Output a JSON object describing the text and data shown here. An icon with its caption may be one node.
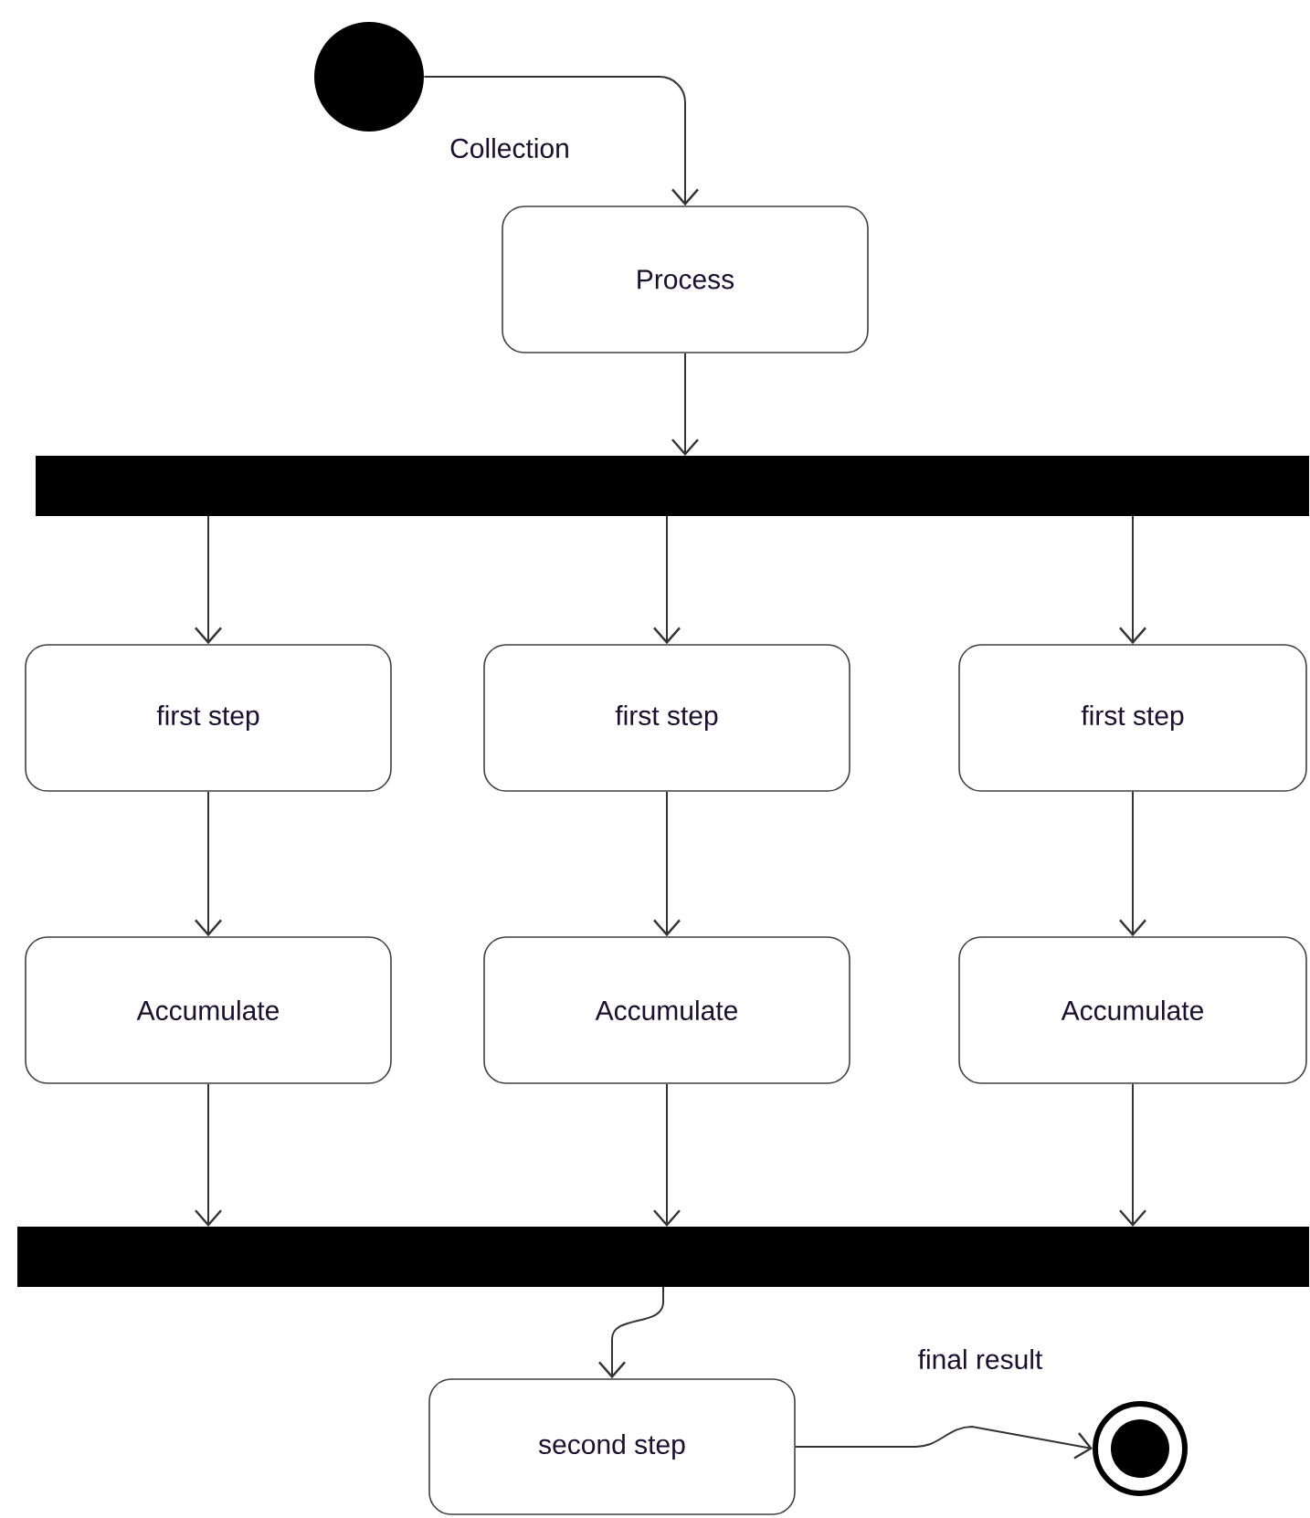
{
  "diagram": {
    "nodes": [
      {
        "text": [],
        "shape": "circle"
      },
      {
        "text": [
          "Process"
        ]
      },
      {
        "text": [],
        "shape": "bar"
      },
      {
        "text": [
          "first step"
        ]
      },
      {
        "text": [
          "first step"
        ]
      },
      {
        "text": [
          "first step"
        ]
      },
      {
        "text": [
          "Accumulate"
        ]
      },
      {
        "text": [
          "Accumulate"
        ]
      },
      {
        "text": [
          "Accumulate"
        ]
      },
      {
        "text": [],
        "shape": "bar"
      },
      {
        "text": [
          "second step"
        ]
      },
      {
        "text": [],
        "shape": "circle"
      }
    ],
    "edges": [
      {
        "from": 0,
        "to": 1,
        "arrow": "to",
        "label": "Collection"
      },
      {
        "from": 1,
        "to": 2,
        "arrow": "to"
      },
      {
        "from": 2,
        "to": 3,
        "arrow": "to"
      },
      {
        "from": 2,
        "to": 4,
        "arrow": "to"
      },
      {
        "from": 2,
        "to": 5,
        "arrow": "to"
      },
      {
        "from": 3,
        "to": 6,
        "arrow": "to"
      },
      {
        "from": 4,
        "to": 7,
        "arrow": "to"
      },
      {
        "from": 5,
        "to": 8,
        "arrow": "to"
      },
      {
        "from": 6,
        "to": 9,
        "arrow": "to"
      },
      {
        "from": 7,
        "to": 9,
        "arrow": "to"
      },
      {
        "from": 8,
        "to": 9,
        "arrow": "to"
      },
      {
        "from": 9,
        "to": 10,
        "arrow": "to"
      },
      {
        "from": 10,
        "to": 11,
        "arrow": "to",
        "label": "final result"
      }
    ]
  }
}
